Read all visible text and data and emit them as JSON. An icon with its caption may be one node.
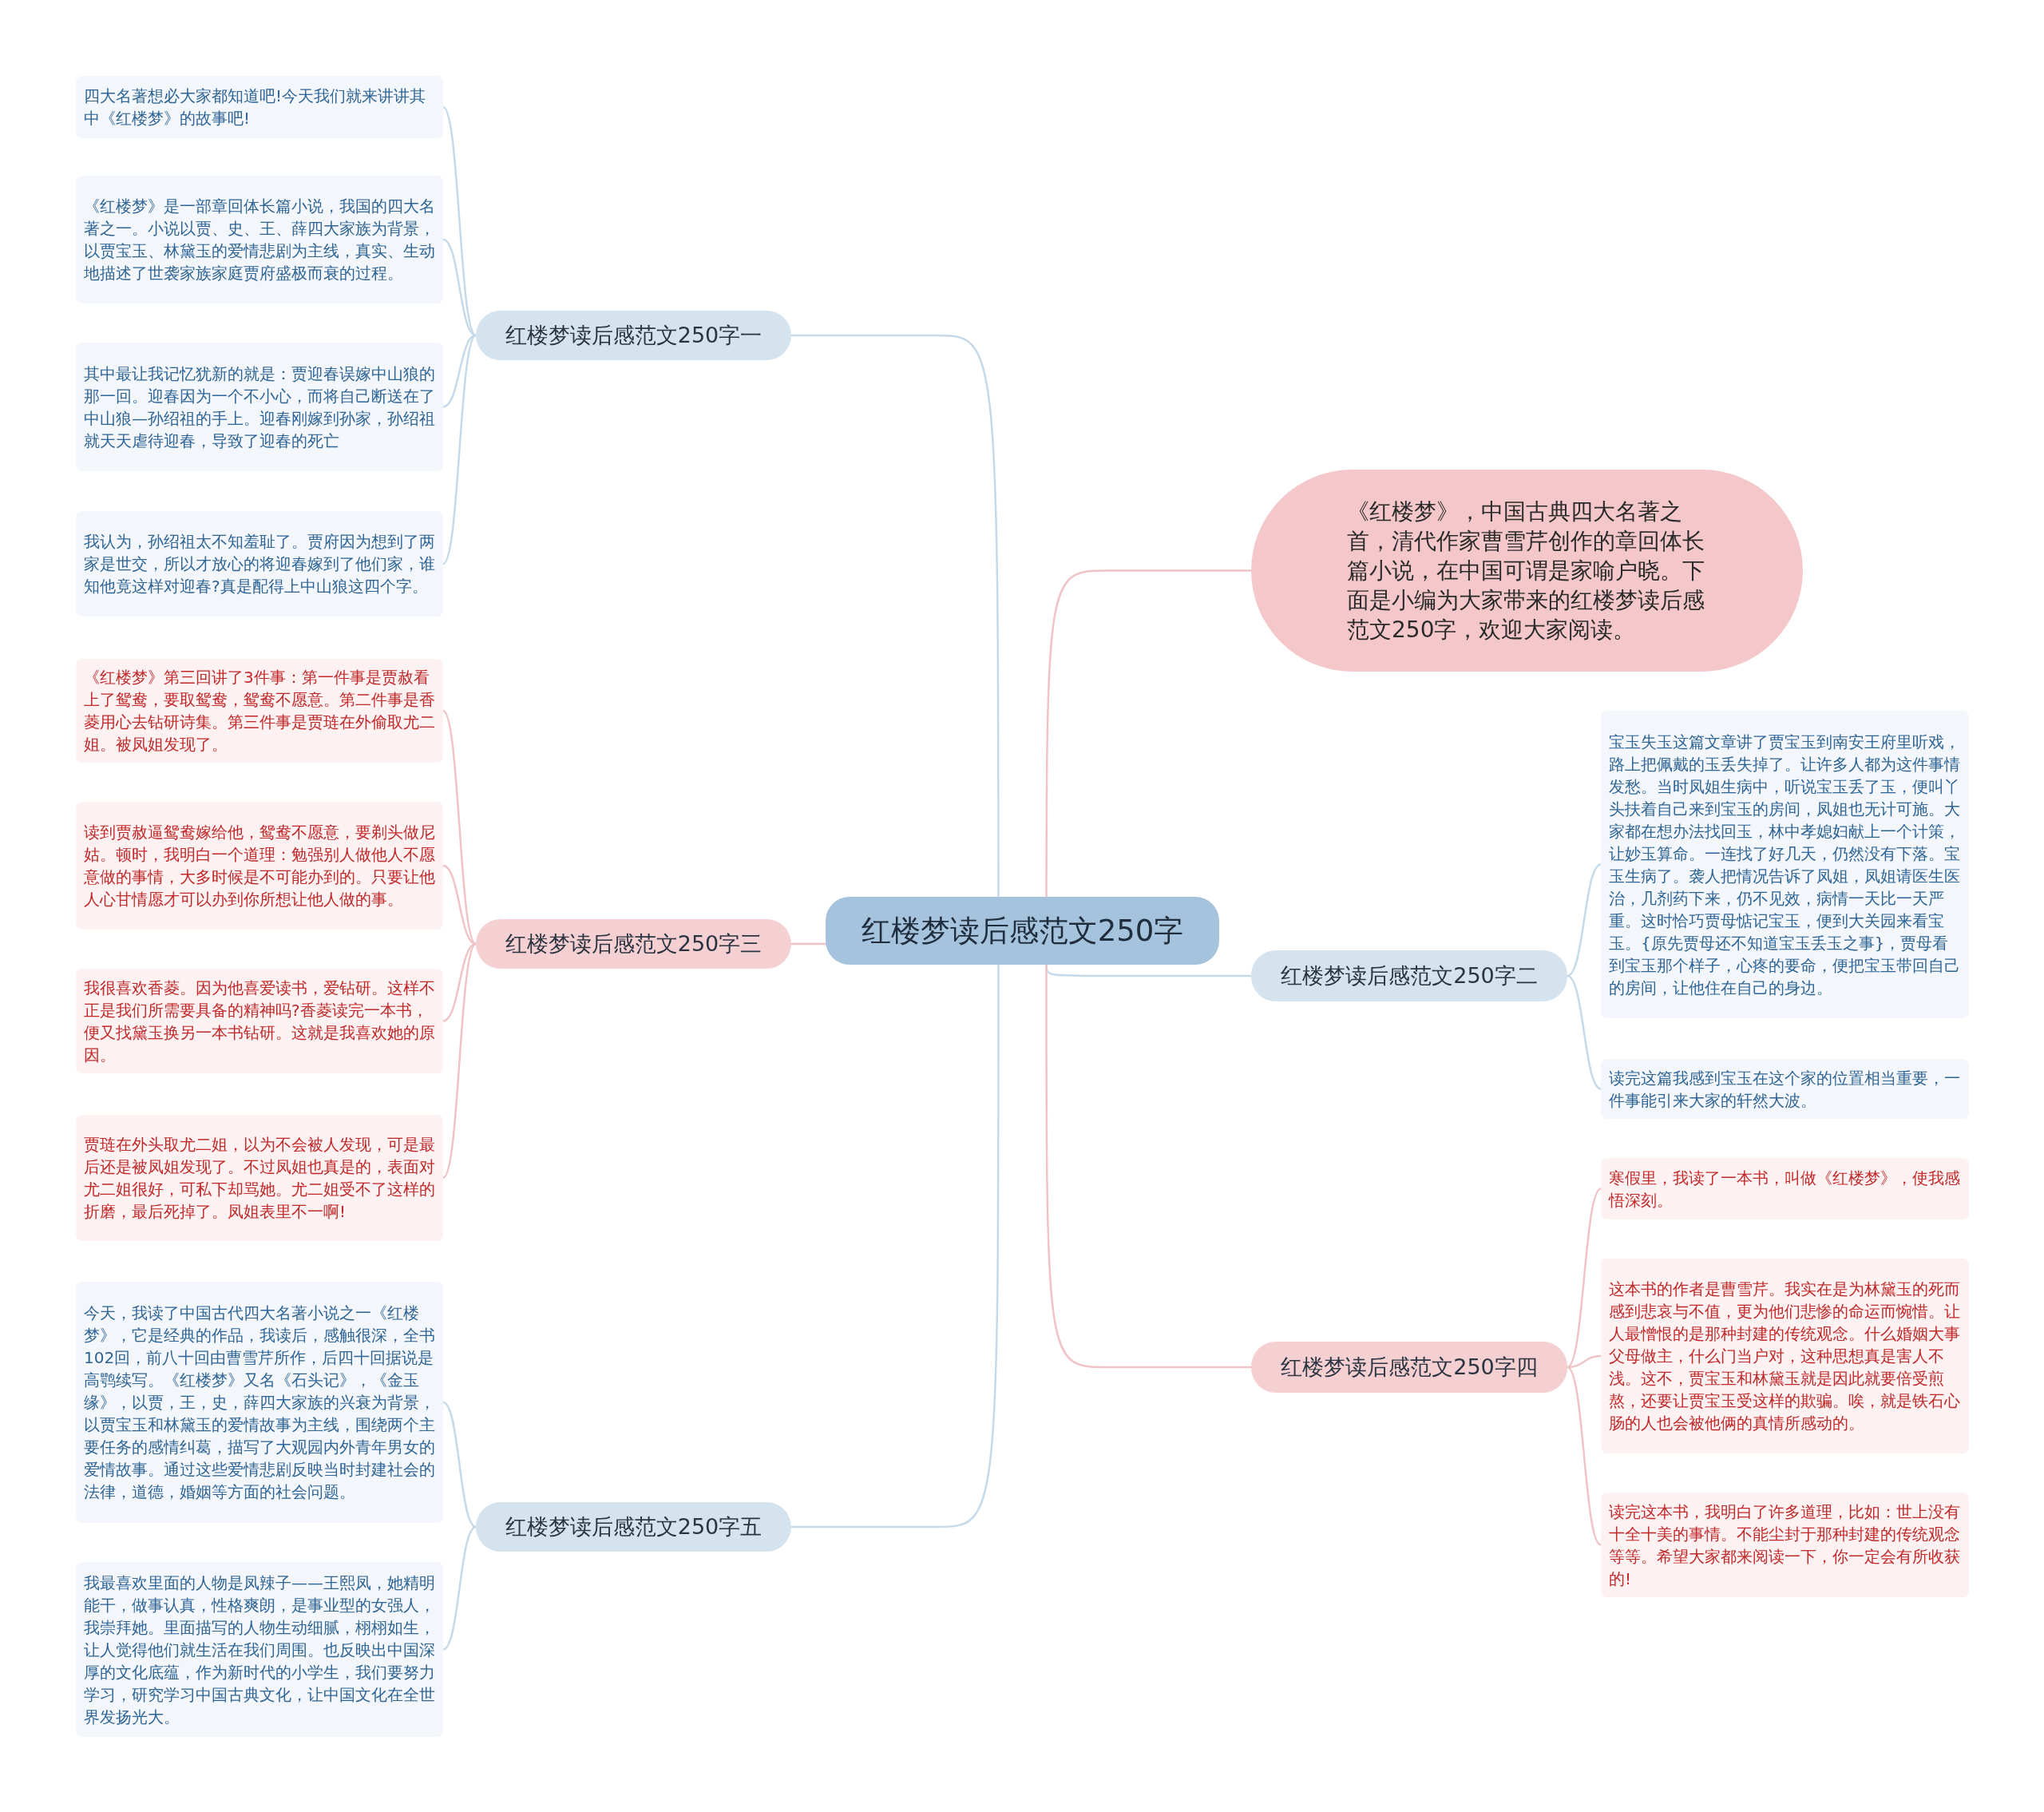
{
  "diagram": {
    "nodes": [
      {
        "text": [
          "红楼梦读后感范文250字"
        ]
      },
      {
        "text": [
          "红楼梦读后感范文250字一"
        ]
      },
      {
        "text": [
          "四大名著想必大家都知道吧!今天我们就来讲讲其中《红楼梦》的故事吧!"
        ]
      },
      {
        "text": [
          "《红楼梦》是一部章回体长篇小说，我国的四大名著之一。小说以贾、史、王、薛四大家族为背景，以贾宝玉、林黛玉的爱情悲剧为主线，真实、生动地描述了世袭家族家庭贾府盛极而衰的过程。"
        ]
      },
      {
        "text": [
          "其中最让我记忆犹新的就是：贾迎春误嫁中山狼的那一回。迎春因为一个不小心，而将自己断送在了中山狼—孙绍祖的手上。迎春刚嫁到孙家，孙绍祖就天天虐待迎春，导致了迎春的死亡"
        ]
      },
      {
        "text": [
          "我认为，孙绍祖太不知羞耻了。贾府因为想到了两家是世交，所以才放心的将迎春嫁到了他们家，谁知他竟这样对迎春?真是配得上中山狼这四个字。"
        ]
      },
      {
        "text": [
          "《红楼梦》，中国古典四大名著之首，清代作家曹雪芹创作的章回体长篇小说，在中国可谓是家喻户晓。下面是小编为大家带来的红楼梦读后感范文250字，欢迎大家阅读。"
        ]
      },
      {
        "text": [
          "红楼梦读后感范文250字二"
        ]
      },
      {
        "text": [
          "宝玉失玉这篇文章讲了贾宝玉到南安王府里听戏，路上把佩戴的玉丢失掉了。让许多人都为这件事情发愁。当时凤姐生病中，听说宝玉丢了玉，便叫丫头扶着自己来到宝玉的房间，凤姐也无计可施。大家都在想办法找回玉，林中孝媳妇献上一个计策，让妙玉算命。一连找了好几天，仍然没有下落。宝玉生病了。袭人把情况告诉了凤姐，凤姐请医生医治，几剂药下来，仍不见效，病情一天比一天严重。这时恰巧贾母惦记宝玉，便到大关园来看宝玉。{原先贾母还不知道宝玉丢玉之事}，贾母看到宝玉那个样子，心疼的要命，便把宝玉带回自己的房间，让他住在自己的身边。"
        ]
      },
      {
        "text": [
          "读完这篇我感到宝玉在这个家的位置相当重要，一件事能引来大家的轩然大波。"
        ]
      },
      {
        "text": [
          "红楼梦读后感范文250字三"
        ]
      },
      {
        "text": [
          "《红楼梦》第三回讲了3件事：第一件事是贾赦看上了鸳鸯，要取鸳鸯，鸳鸯不愿意。第二件事是香菱用心去钻研诗集。第三件事是贾琏在外偷取尤二姐。被凤姐发现了。"
        ]
      },
      {
        "text": [
          "读到贾赦逼鸳鸯嫁给他，鸳鸯不愿意，要剃头做尼姑。顿时，我明白一个道理：勉强别人做他人不愿意做的事情，大多时候是不可能办到的。只要让他人心甘情愿才可以办到你所想让他人做的事。"
        ]
      },
      {
        "text": [
          "我很喜欢香菱。因为他喜爱读书，爱钻研。这样不正是我们所需要具备的精神吗?香菱读完一本书，便又找黛玉换另一本书钻研。这就是我喜欢她的原因。"
        ]
      },
      {
        "text": [
          "贾琏在外头取尤二姐，以为不会被人发现，可是最后还是被凤姐发现了。不过凤姐也真是的，表面对尤二姐很好，可私下却骂她。尤二姐受不了这样的折磨，最后死掉了。凤姐表里不一啊!"
        ]
      },
      {
        "text": [
          "红楼梦读后感范文250字四"
        ]
      },
      {
        "text": [
          "寒假里，我读了一本书，叫做《红楼梦》，使我感悟深刻。"
        ]
      },
      {
        "text": [
          "这本书的作者是曹雪芹。我实在是为林黛玉的死而感到悲哀与不值，更为他们悲惨的命运而惋惜。让人最憎恨的是那种封建的传统观念。什么婚姻大事父母做主，什么门当户对，这种思想真是害人不浅。这不，贾宝玉和林黛玉就是因此就要倍受煎熬，还要让贾宝玉受这样的欺骗。唉，就是铁石心肠的人也会被他俩的真情所感动的。"
        ]
      },
      {
        "text": [
          "读完这本书，我明白了许多道理，比如：世上没有十全十美的事情。不能尘封于那种封建的传统观念等等。希望大家都来阅读一下，你一定会有所收获的!"
        ]
      },
      {
        "text": [
          "红楼梦读后感范文250字五"
        ]
      },
      {
        "text": [
          "今天，我读了中国古代四大名著小说之一《红楼梦》，它是经典的作品，我读后，感触很深，全书102回，前八十回由曹雪芹所作，后四十回据说是高鹗续写。《红楼梦》又名《石头记》，《金玉缘》，以贾，王，史，薛四大家族的兴衰为背景，以贾宝玉和林黛玉的爱情故事为主线，围绕两个主要任务的感情纠葛，描写了大观园内外青年男女的爱情故事。通过这些爱情悲剧反映当时封建社会的法律，道德，婚姻等方面的社会问题。"
        ]
      },
      {
        "text": [
          "我最喜欢里面的人物是凤辣子——王熙凤，她精明能干，做事认真，性格爽朗，是事业型的女强人，我崇拜她。里面描写的人物生动细腻，栩栩如生，让人觉得他们就生活在我们周围。也反映出中国深厚的文化底蕴，作为新时代的小学生，我们要努力学习，研究学习中国古典文化，让中国文化在全世界发扬光大。"
        ]
      }
    ],
    "edges": [
      {
        "from": 0,
        "to": 1,
        "arrow": "none"
      },
      {
        "from": 1,
        "to": 2,
        "arrow": "none"
      },
      {
        "from": 1,
        "to": 3,
        "arrow": "none"
      },
      {
        "from": 1,
        "to": 4,
        "arrow": "none"
      },
      {
        "from": 1,
        "to": 5,
        "arrow": "none"
      },
      {
        "from": 0,
        "to": 6,
        "arrow": "none",
        "color": "#f0c4c6"
      },
      {
        "from": 0,
        "to": 7,
        "arrow": "none"
      },
      {
        "from": 7,
        "to": 8,
        "arrow": "none"
      },
      {
        "from": 7,
        "to": 9,
        "arrow": "none"
      },
      {
        "from": 0,
        "to": 10,
        "arrow": "none",
        "color": "#f0c4c6"
      },
      {
        "from": 10,
        "to": 11,
        "arrow": "none",
        "color": "#f0c4c6"
      },
      {
        "from": 10,
        "to": 12,
        "arrow": "none",
        "color": "#f0c4c6"
      },
      {
        "from": 10,
        "to": 13,
        "arrow": "none",
        "color": "#f0c4c6"
      },
      {
        "from": 10,
        "to": 14,
        "arrow": "none",
        "color": "#f0c4c6"
      },
      {
        "from": 0,
        "to": 15,
        "arrow": "none",
        "color": "#f0c4c6"
      },
      {
        "from": 15,
        "to": 16,
        "arrow": "none",
        "color": "#f0c4c6"
      },
      {
        "from": 15,
        "to": 17,
        "arrow": "none",
        "color": "#f0c4c6"
      },
      {
        "from": 15,
        "to": 18,
        "arrow": "none",
        "color": "#f0c4c6"
      },
      {
        "from": 0,
        "to": 19,
        "arrow": "none"
      },
      {
        "from": 19,
        "to": 20,
        "arrow": "none"
      },
      {
        "from": 19,
        "to": 21,
        "arrow": "none"
      }
    ]
  }
}
